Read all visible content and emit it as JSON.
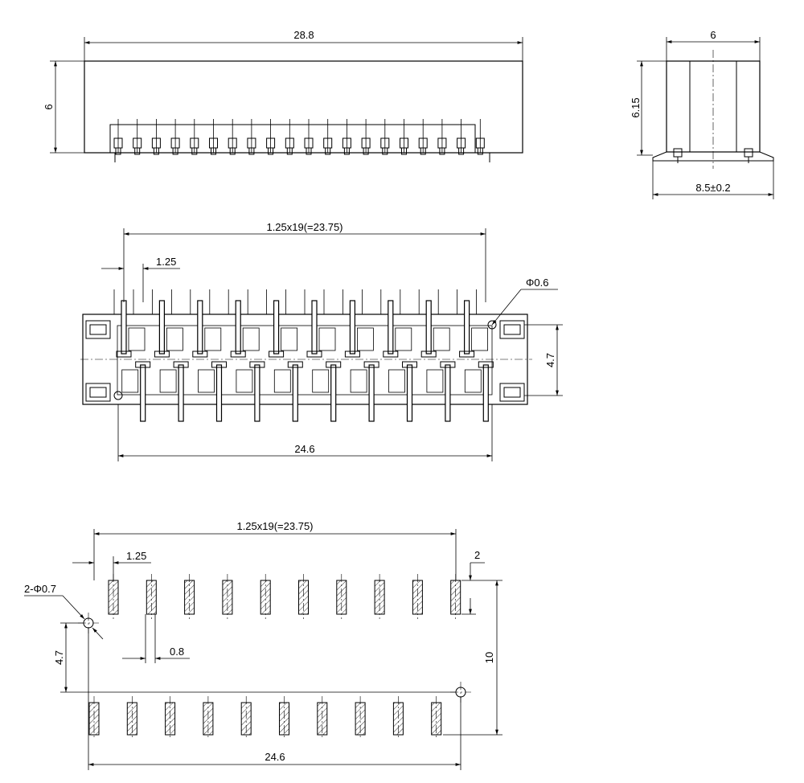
{
  "views": {
    "front": {
      "overall_width": "28.8",
      "height": "6"
    },
    "side": {
      "width": "6",
      "height": "6.15",
      "footprint_width": "8.5±0.2"
    },
    "top": {
      "pitch_span": "1.25x19(=23.75)",
      "pitch": "1.25",
      "hole_dia": "Φ0.6",
      "row_distance": "4.7",
      "post_span": "24.6"
    },
    "pcb_layout": {
      "pitch_span": "1.25x19(=23.75)",
      "pitch": "1.25",
      "holes": "2-Φ0.7",
      "pad_width": "0.8",
      "pad_length": "2",
      "row_distance": "4.7",
      "total_height": "10",
      "post_span": "24.6"
    }
  }
}
